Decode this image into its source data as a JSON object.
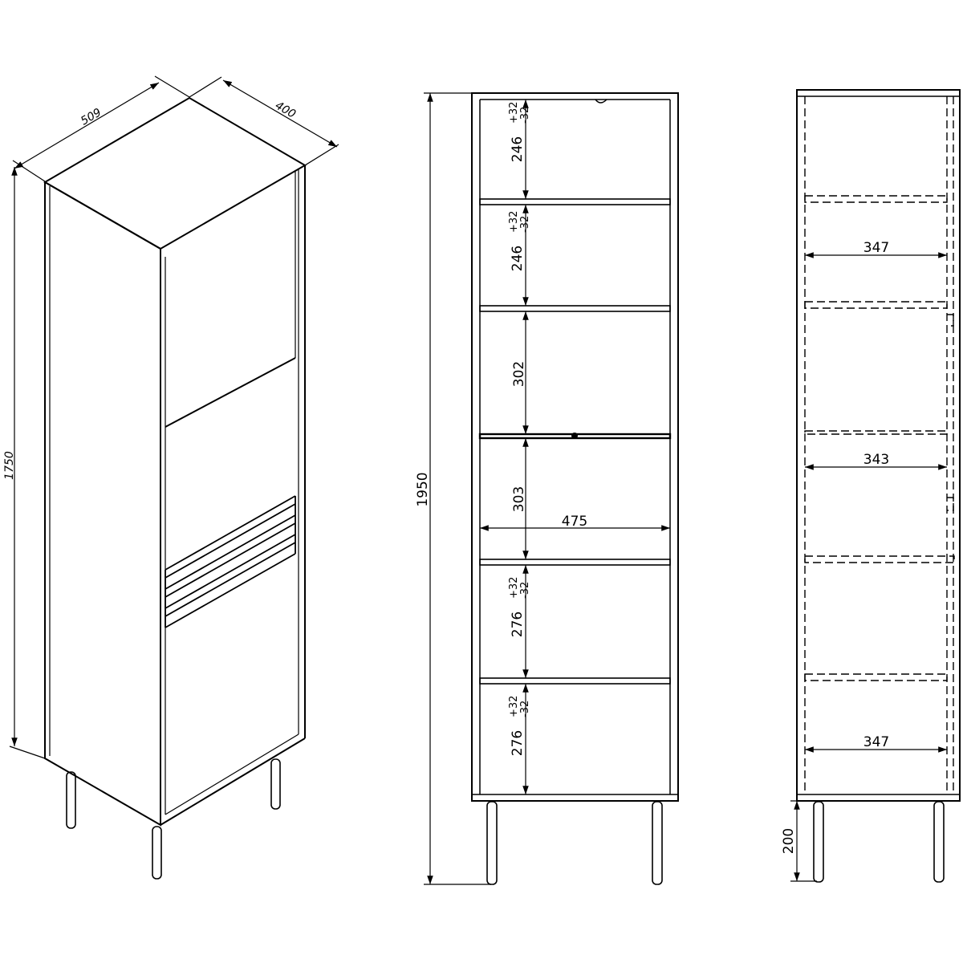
{
  "iso_view": {
    "depth_label": "509",
    "width_label": "400",
    "height_label": "1750"
  },
  "front_view": {
    "total_height_label": "1950",
    "inner_width_label": "475",
    "compartments": [
      {
        "value": "246",
        "tol_plus": "+32",
        "tol_minus": "-32"
      },
      {
        "value": "246",
        "tol_plus": "+32",
        "tol_minus": "-32"
      },
      {
        "value": "302",
        "tol_plus": "",
        "tol_minus": ""
      },
      {
        "value": "303",
        "tol_plus": "",
        "tol_minus": ""
      },
      {
        "value": "276",
        "tol_plus": "+32",
        "tol_minus": "-32"
      },
      {
        "value": "276",
        "tol_plus": "+32",
        "tol_minus": "-32"
      }
    ]
  },
  "side_view": {
    "shelf_depth_top": "347",
    "shelf_depth_mid": "343",
    "shelf_depth_bottom": "347",
    "leg_height_label": "200"
  }
}
